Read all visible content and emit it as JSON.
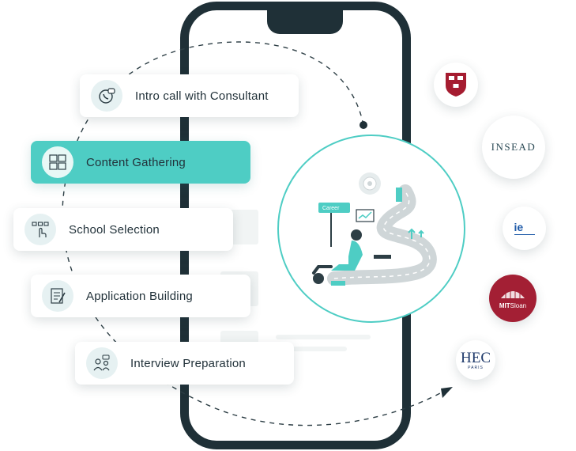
{
  "steps": [
    {
      "label": "Intro call with Consultant",
      "icon": "phone-call-icon"
    },
    {
      "label": "Content Gathering",
      "icon": "documents-icon",
      "active": true
    },
    {
      "label": "School Selection",
      "icon": "school-select-icon"
    },
    {
      "label": "Application Building",
      "icon": "application-form-icon"
    },
    {
      "label": "Interview Preparation",
      "icon": "interview-icon"
    }
  ],
  "hero": {
    "sign_text": "Career"
  },
  "schools": {
    "insead": "INSEAD",
    "ie": "ie",
    "mit_main": "MIT",
    "mit_sub": "Sloan",
    "hec": "HEC",
    "hec_sub": "PARIS"
  },
  "colors": {
    "accent": "#4ecdc4",
    "dark": "#1f3037",
    "harvard": "#a51c30",
    "mit": "#a31f34"
  }
}
